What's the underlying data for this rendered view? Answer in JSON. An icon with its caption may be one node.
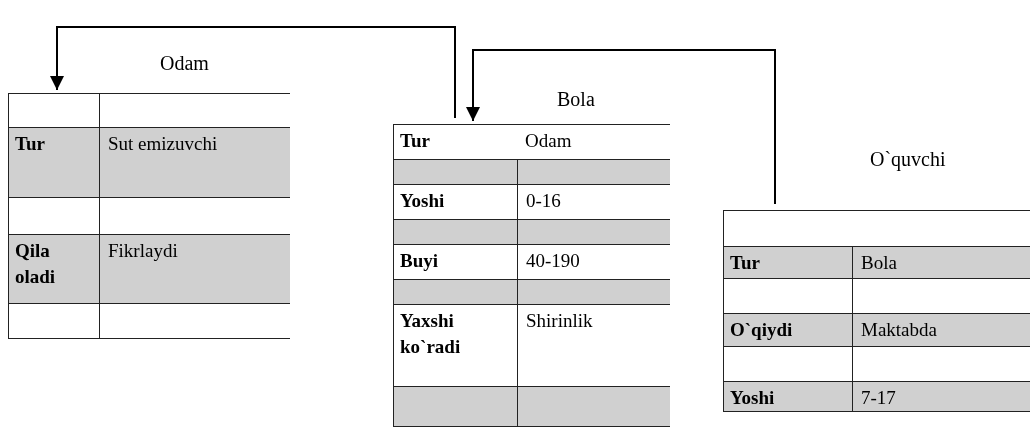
{
  "diagram": {
    "nodes": [
      {
        "text": [
          "Odam",
          "Tur",
          "Sut emizuvchi",
          "Qila oladi",
          "Fikrlaydi"
        ]
      },
      {
        "text": [
          "Bola",
          "Tur",
          "Odam",
          "Yoshi",
          "0-16",
          "Buyi",
          "40-190",
          "Yaxshi ko`radi",
          "Shirinlik"
        ]
      },
      {
        "text": [
          "O`quvchi",
          "Tur",
          "Bola",
          "O`qiydi",
          "Maktabda",
          "Yoshi",
          "7-17"
        ]
      }
    ],
    "edges": [
      {
        "from": 1,
        "to": 0,
        "arrow": "to"
      },
      {
        "from": 2,
        "to": 1,
        "arrow": "to"
      }
    ]
  }
}
